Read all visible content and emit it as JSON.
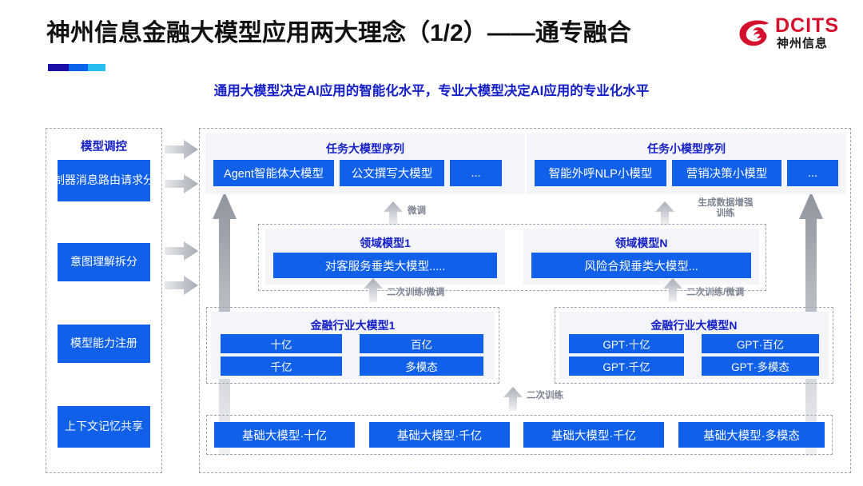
{
  "header": {
    "title": "神州信息金融大模型应用两大理念（1/2）——通专融合",
    "subtitle": "通用大模型决定AI应用的智能化水平，专业大模型决定AI应用的专业化水平",
    "logo": {
      "en": "DCITS",
      "cn": "神州信息",
      "mark": "spiral-logo-icon"
    },
    "accent_colors": [
      "#1a0fa8",
      "#0b64ea",
      "#29bdef"
    ]
  },
  "theme": {
    "box_blue": "#1160ea",
    "title_blue": "#1620c8",
    "panel_grey": "#f3f5f8",
    "dashed_border": "#9aa4b5",
    "arrow_grey": "#9da3ab",
    "label_grey": "#7c8391"
  },
  "sidebar": {
    "title": "模型调控",
    "items": [
      {
        "label": "控制器消息路由请求分发"
      },
      {
        "label": "意图理解拆分"
      },
      {
        "label": "模型能力注册"
      },
      {
        "label": "上下文记忆共享"
      }
    ]
  },
  "task_big": {
    "title": "任务大模型序列",
    "items": [
      "Agent智能体大模型",
      "公文撰写大模型",
      "..."
    ]
  },
  "task_small": {
    "title": "任务小模型序列",
    "items": [
      "智能外呼NLP小模型",
      "营销决策小模型",
      "..."
    ]
  },
  "domain_models": [
    {
      "title": "领域模型1",
      "item": "对客服务垂类大模型....."
    },
    {
      "title": "领域模型N",
      "item": "风险合规垂类大模型..."
    }
  ],
  "industry_models": [
    {
      "title": "金融行业大模型1",
      "items": [
        "十亿",
        "百亿",
        "千亿",
        "多模态"
      ]
    },
    {
      "title": "金融行业大模型N",
      "items": [
        "GPT·十亿",
        "GPT·百亿",
        "GPT·千亿",
        "GPT·多模态"
      ]
    }
  ],
  "foundation_models": [
    "基础大模型·十亿",
    "基础大模型·千亿",
    "基础大模型·千亿",
    "基础大模型·多模态"
  ],
  "flow_labels": {
    "fine_tune": "微调",
    "data_aug": "生成数据增强\n训练",
    "retrain_tune_left": "二次训练/微调",
    "retrain_tune_right": "二次训练/微调",
    "retrain": "二次训练"
  }
}
